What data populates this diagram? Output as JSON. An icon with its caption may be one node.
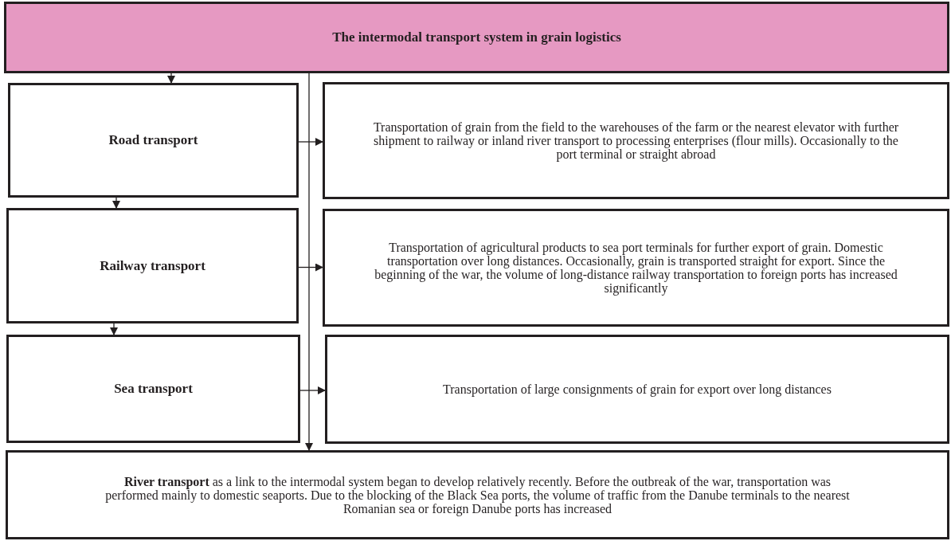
{
  "diagram": {
    "nodes": [
      {
        "text": [
          "The intermodal transport system in grain logistics"
        ]
      },
      {
        "text": [
          "Road transport"
        ]
      },
      {
        "text": [
          "Transportation of grain from the field to the warehouses of the farm or the nearest elevator with further shipment to railway or inland river transport to processing enterprises (flour mills). Occasionally to the port terminal or straight abroad"
        ]
      },
      {
        "text": [
          "Railway transport"
        ]
      },
      {
        "text": [
          "Transportation of agricultural products to sea port terminals for further export of grain. Domestic transportation over long distances. Occasionally, grain is transported straight for export. Since the beginning of the war, the volume of long-distance railway transportation to foreign ports has increased significantly"
        ]
      },
      {
        "text": [
          "Sea transport"
        ]
      },
      {
        "text": [
          "Transportation of large consignments of grain for export over long distances"
        ]
      },
      {
        "text": [
          "**River transport** as a link to the intermodal system began to develop relatively recently. Before the outbreak of the war, transportation was performed mainly to domestic seaports. Due to the blocking of the Black Sea ports, the volume of traffic from the Danube terminals to the nearest Romanian sea or foreign Danube ports has increased"
        ]
      }
    ],
    "edges": [
      {
        "from": 0,
        "to": 1,
        "arrow": "to"
      },
      {
        "from": 1,
        "to": 3,
        "arrow": "to"
      },
      {
        "from": 3,
        "to": 5,
        "arrow": "to"
      },
      {
        "from": 1,
        "to": 2,
        "arrow": "to"
      },
      {
        "from": 3,
        "to": 4,
        "arrow": "to"
      },
      {
        "from": 5,
        "to": 6,
        "arrow": "to"
      },
      {
        "from": 0,
        "to": 7,
        "arrow": "to"
      }
    ]
  }
}
